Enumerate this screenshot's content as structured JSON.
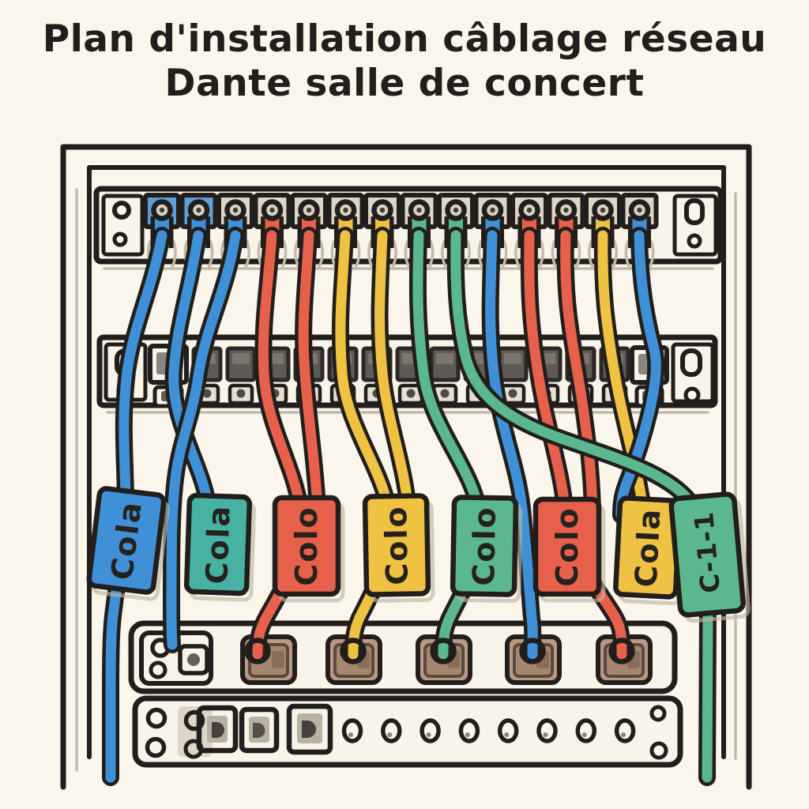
{
  "title": {
    "line1": "Plan d'installation câblage réseau",
    "line2": "Dante salle de concert"
  },
  "palette": {
    "paper": "#faf6eb",
    "panel": "#f8f4e9",
    "ink": "#211e1b",
    "blue": "#4090d8",
    "red": "#e7604b",
    "yellow": "#efc243",
    "green": "#5bb78d",
    "teal": "#48b2a2",
    "port_brown": "#b99983",
    "port_brown_dark": "#a5876f",
    "dark_port": "#5e5a55"
  },
  "rack": {
    "top_patch_panel": {
      "description": "patch panel with 14 keystone ports, cables plugged from below",
      "port_count": 14,
      "cable_colors": [
        "blue",
        "blue",
        "blue",
        "red",
        "red",
        "yellow",
        "yellow",
        "green",
        "green",
        "blue",
        "red",
        "red",
        "yellow",
        "blue"
      ]
    },
    "middle_patch_panel": {
      "description": "patch panel with dark rectangular ports and small jacks below",
      "dark_port_count": 13
    },
    "cable_labels": [
      {
        "text": "Cola",
        "tag_color": "blue",
        "cable_color": "blue"
      },
      {
        "text": "Cola",
        "tag_color": "teal",
        "cable_color": "blue"
      },
      {
        "text": "Colo",
        "tag_color": "red",
        "cable_color": "red"
      },
      {
        "text": "Colo",
        "tag_color": "yellow",
        "cable_color": "yellow"
      },
      {
        "text": "Colo",
        "tag_color": "green",
        "cable_color": "green"
      },
      {
        "text": "Colo",
        "tag_color": "red",
        "cable_color": "red"
      },
      {
        "text": "Cola",
        "tag_color": "yellow",
        "cable_color": "yellow"
      },
      {
        "text": "C-1-1",
        "tag_color": "green",
        "cable_color": "green"
      }
    ],
    "network_switch": {
      "description": "switch strip with side block and 5 jack ports",
      "port_count": 5,
      "incoming_cable_colors": [
        "red",
        "yellow",
        "green",
        "blue",
        "red"
      ]
    },
    "bottom_device": {
      "description": "rack device with screws, 3 square buttons and 8 round ports",
      "button_count": 3,
      "round_port_count": 8,
      "corner_screw_count": 4
    }
  }
}
